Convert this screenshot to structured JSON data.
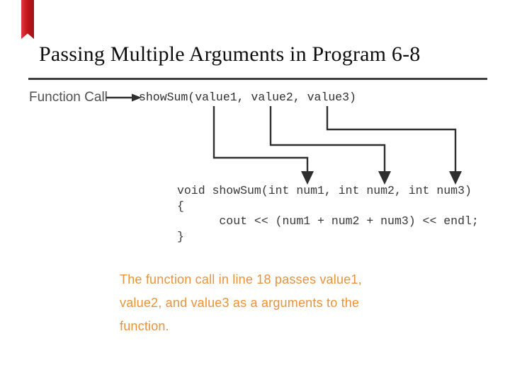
{
  "slide": {
    "title": "Passing Multiple Arguments in Program 6-8",
    "bookmark_color": "#c4161c"
  },
  "diagram": {
    "label": "Function Call",
    "call_code": "showSum(value1, value2, value3)",
    "arrow_color": "#2f2f2f",
    "definition_code": "void showSum(int num1, int num2, int num3)\n{\n      cout << (num1 + num2 + num3) << endl;\n}"
  },
  "note": {
    "color": "#e8923c",
    "lines": [
      "The function call in line 18 passes value1,",
      "value2, and value3 as a arguments to the",
      "function."
    ]
  }
}
